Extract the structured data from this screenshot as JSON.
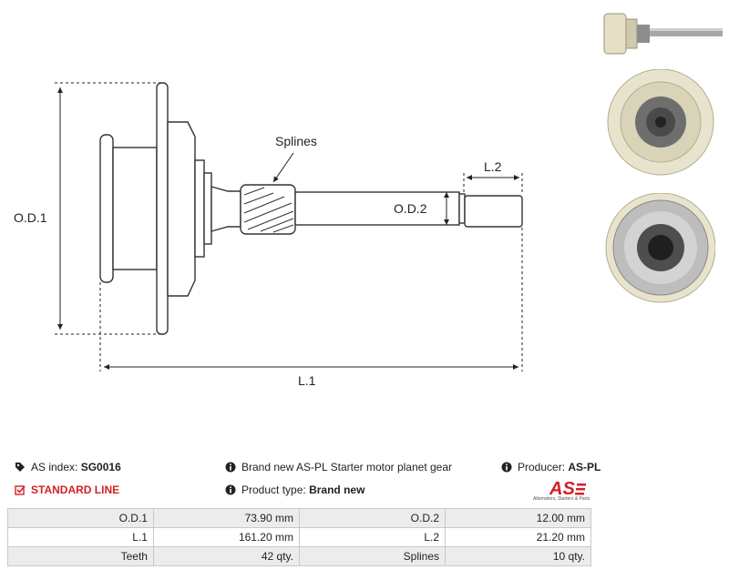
{
  "drawing": {
    "labels": {
      "od1": "O.D.1",
      "od2": "O.D.2",
      "l1": "L.1",
      "l2": "L.2",
      "splines": "Splines"
    }
  },
  "photos": [
    {
      "name": "side-view-photo"
    },
    {
      "name": "front-view-photo"
    },
    {
      "name": "back-view-photo"
    }
  ],
  "info": {
    "index_label": "AS index:",
    "index_value": "SG0016",
    "line_label": "STANDARD LINE",
    "description": "Brand new AS-PL Starter motor planet gear",
    "product_type_label": "Product type:",
    "product_type_value": "Brand new",
    "producer_label": "Producer:",
    "producer_value": "AS-PL",
    "logo_text": "AS",
    "logo_tagline": "Alternators, Starters & Parts"
  },
  "specs": [
    [
      "O.D.1",
      "73.90 mm",
      "O.D.2",
      "12.00 mm"
    ],
    [
      "L.1",
      "161.20 mm",
      "L.2",
      "21.20 mm"
    ],
    [
      "Teeth",
      "42 qty.",
      "Splines",
      "10 qty."
    ]
  ],
  "colors": {
    "accent": "#d42027",
    "table_shade": "#ececec",
    "line": "#333333"
  },
  "icons": [
    "tag-icon",
    "info-icon",
    "checkbox-icon"
  ]
}
